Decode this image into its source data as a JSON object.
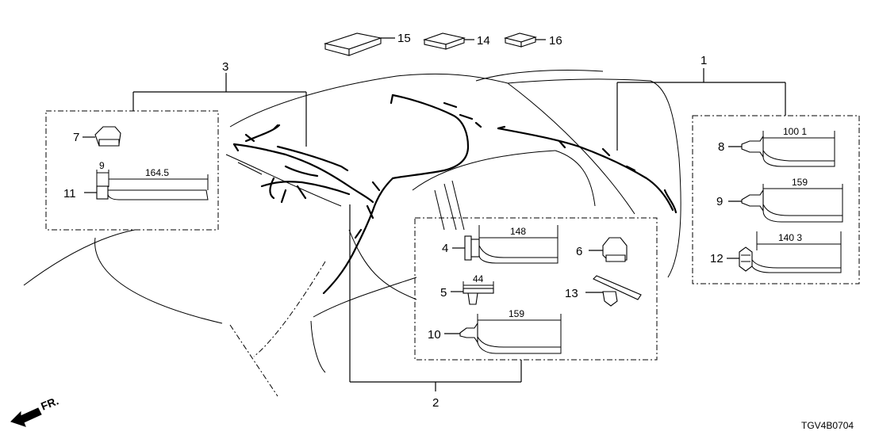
{
  "diagram": {
    "code": "TGV4B0704",
    "front_label": "FR.",
    "callouts": {
      "c1": "1",
      "c2": "2",
      "c3": "3",
      "c4": "4",
      "c5": "5",
      "c6": "6",
      "c7": "7",
      "c8": "8",
      "c9": "9",
      "c10": "10",
      "c11": "11",
      "c12": "12",
      "c13": "13",
      "c14": "14",
      "c15": "15",
      "c16": "16"
    },
    "dimensions": {
      "d_part11_small": "9",
      "d_part11": "164.5",
      "d_part8": "100 1",
      "d_part9": "159",
      "d_part12": "140 3",
      "d_part4": "148",
      "d_part5": "44",
      "d_part10": "159"
    }
  }
}
